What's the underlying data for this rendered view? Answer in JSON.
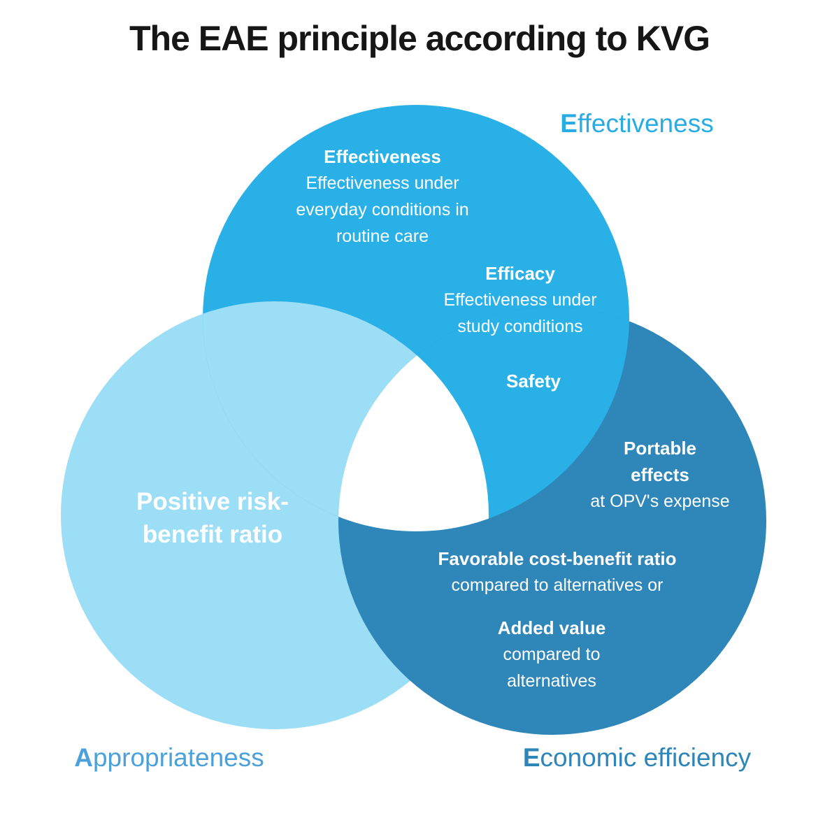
{
  "title": "The EAE principle according to KVG",
  "colors": {
    "top_circle": "#29B0E6",
    "left_circle": "#9CDEF6",
    "right_circle": "#2F86B8",
    "center_overlap": "#FFFFFF",
    "background": "#FFFFFF",
    "title_text": "#161616",
    "circle_text": "#FFFFFF",
    "label_effectiveness": "#29ACE3",
    "label_appropriateness": "#4BA1DA",
    "label_economic": "#2E86B8"
  },
  "labels": {
    "effectiveness": {
      "first": "E",
      "rest": "ffectiveness"
    },
    "appropriateness": {
      "first": "A",
      "rest": "ppropriateness"
    },
    "economic": {
      "first": "E",
      "rest": "conomic efficiency"
    }
  },
  "top_circle": {
    "effectiveness_block": {
      "heading": "Effectiveness",
      "line1": "Effectiveness under",
      "line2": "everyday conditions in",
      "line3": "routine care"
    },
    "efficacy_block": {
      "heading": "Efficacy",
      "line1": "Effectiveness under",
      "line2": "study conditions"
    },
    "safety_heading": "Safety"
  },
  "left_circle": {
    "risk_block": {
      "line1": "Positive risk-",
      "line2": "benefit ratio"
    }
  },
  "right_circle": {
    "portable_block": {
      "heading_line1": "Portable",
      "heading_line2": "effects",
      "line1": "at OPV's expense"
    },
    "cost_benefit_block": {
      "heading": "Favorable cost-benefit ratio",
      "line1": "compared to alternatives or"
    },
    "added_value_block": {
      "heading": "Added value",
      "line1": "compared to",
      "line2": "alternatives"
    }
  }
}
